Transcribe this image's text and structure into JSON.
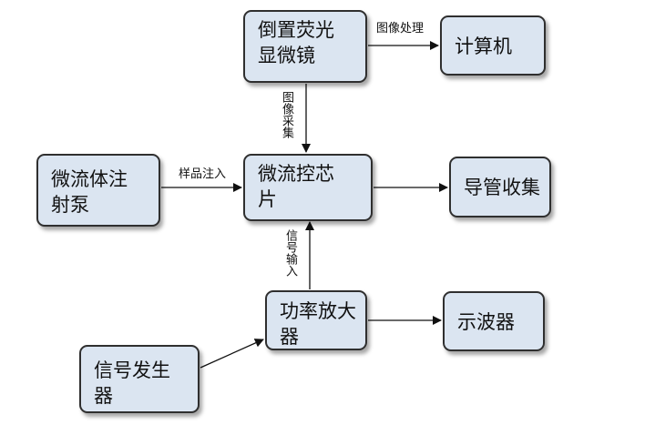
{
  "nodes": {
    "microscope": "倒置荧光\n显微镜",
    "computer": "计算机",
    "pump": "微流体注\n射泵",
    "chip": "微流控芯\n片",
    "collect": "导管收集",
    "amplifier": "功率放大\n器",
    "oscilloscope": "示波器",
    "generator": "信号发生\n器"
  },
  "edges": {
    "image_processing": "图像处理",
    "image_capture": "图像采集",
    "sample_injection": "样品注入",
    "signal_input": "信号输入"
  }
}
